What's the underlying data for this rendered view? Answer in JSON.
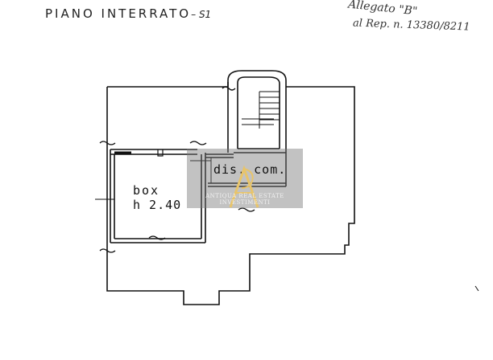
{
  "header": {
    "title": "PIANO   INTERRATO",
    "level": "– S1"
  },
  "annotation": {
    "line1": "Allegato \"B\"",
    "line2": "al Rep. n. 13380/8211"
  },
  "rooms": {
    "box_name": "box",
    "box_height": "h 2.40",
    "disimpegno": "dis. com."
  },
  "watermark": {
    "text": "ANTIQUA REAL ESTATE INVESTIMENTI"
  }
}
